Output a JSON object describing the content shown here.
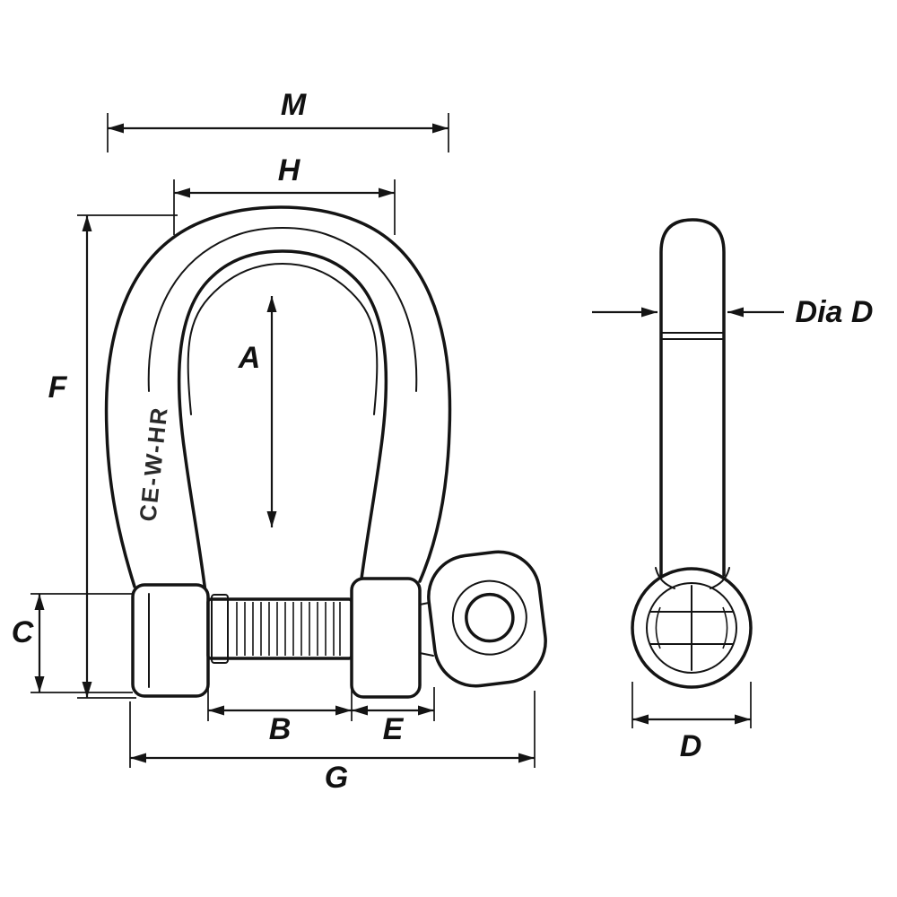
{
  "colors": {
    "background": "#ffffff",
    "line": "#141414",
    "text": "#111111"
  },
  "front_view": {
    "marking": "CE-W-HR",
    "dimension_labels": {
      "M": "M",
      "H": "H",
      "A": "A",
      "F": "F",
      "C": "C",
      "B": "B",
      "E": "E",
      "G": "G"
    }
  },
  "side_view": {
    "dimension_labels": {
      "dia_d": "Dia D",
      "d": "D"
    }
  }
}
